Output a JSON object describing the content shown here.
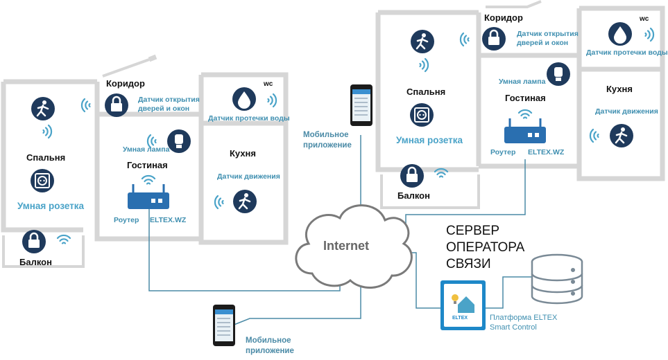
{
  "cloud": {
    "label": "Internet"
  },
  "server": {
    "line1": "СЕРВЕР",
    "line2": "ОПЕРАТОРА",
    "line3": "СВЯЗИ"
  },
  "platform": {
    "line1": "Платформа ELTEX",
    "line2": "Smart Control",
    "logo_text": "ELTEX"
  },
  "apt1": {
    "corridor": "Коридор",
    "door_sensor_1": "Датчик открытия",
    "door_sensor_2": "дверей и окон",
    "wc": "wc",
    "leak_sensor": "Датчик протечки воды",
    "bedroom": "Спальня",
    "smart_lamp": "Умная лампа",
    "living_room": "Гостиная",
    "kitchen": "Кухня",
    "motion_sensor": "Датчик движения",
    "smart_socket": "Умная розетка",
    "router": "Роутер",
    "router_model": "ELTEX.WZ",
    "balcony": "Балкон"
  },
  "apt2": {
    "corridor": "Коридор",
    "door_sensor_1": "Датчик открытия",
    "door_sensor_2": "дверей и окон",
    "wc": "wc",
    "leak_sensor": "Датчик протечки воды",
    "bedroom": "Спальня",
    "smart_lamp": "Умная лампа",
    "living_room": "Гостиная",
    "kitchen": "Кухня",
    "motion_sensor": "Датчик движения",
    "smart_socket": "Умная розетка",
    "router": "Роутер",
    "router_model": "ELTEX.WZ",
    "balcony": "Балкон"
  },
  "mobile_top": {
    "line1": "Мобильное",
    "line2": "приложение"
  },
  "mobile_bottom": {
    "line1": "Мобильное",
    "line2": "приложение"
  },
  "colors": {
    "wall": "#d6d6d6",
    "icon_bg": "#1f3a5c",
    "accent": "#3f8fb0",
    "line": "#4a8aa6"
  }
}
